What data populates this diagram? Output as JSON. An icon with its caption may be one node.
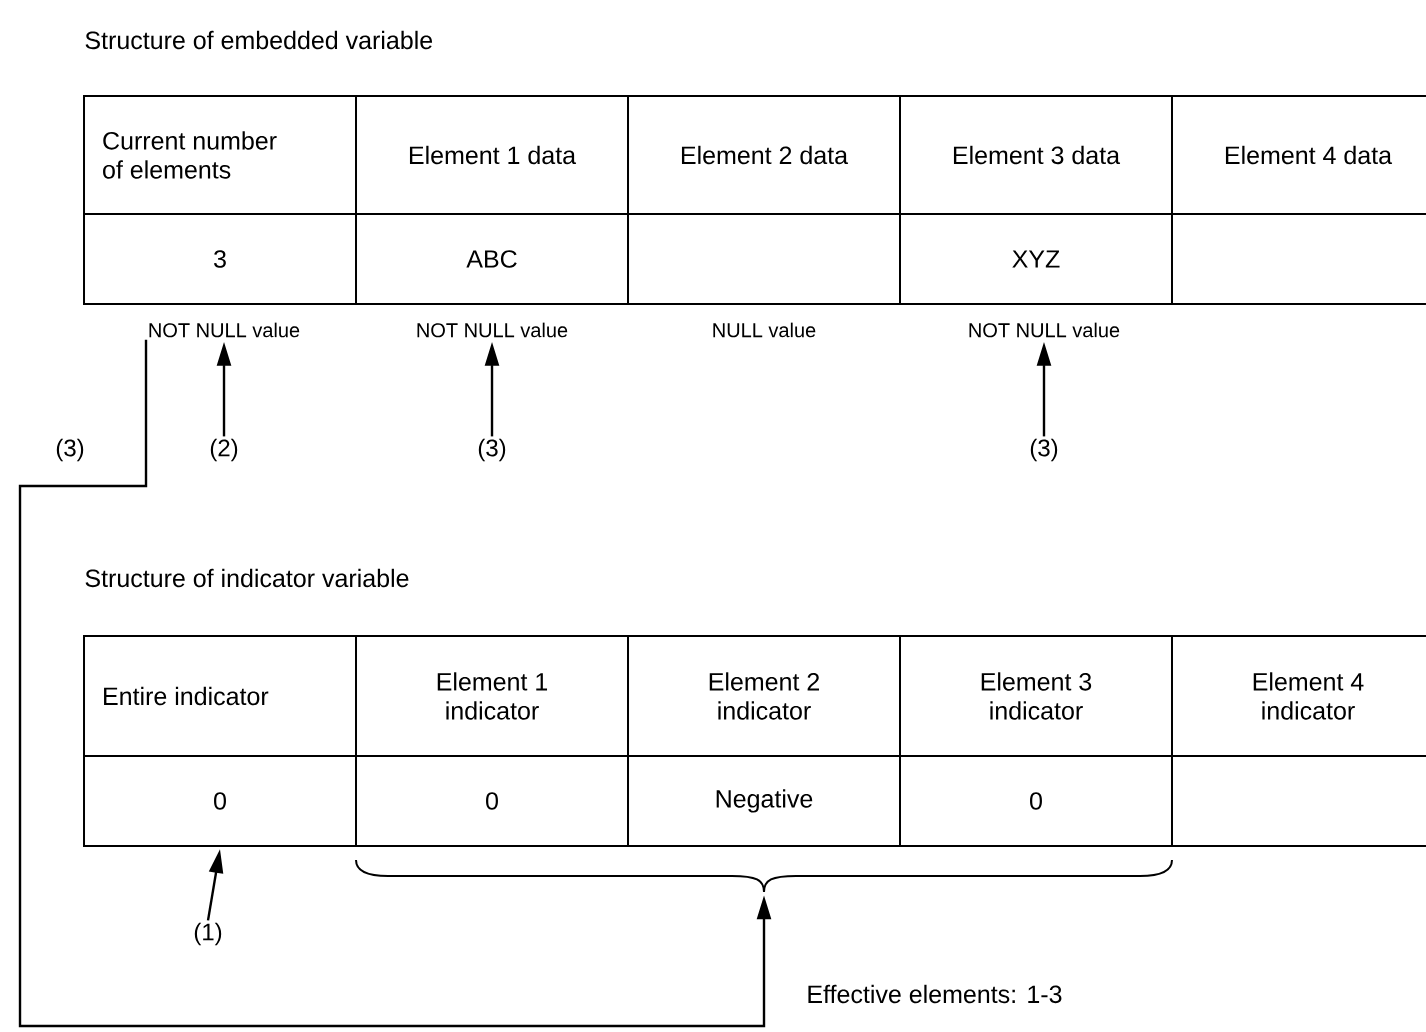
{
  "diagram": {
    "nodes": [
      {
        "text": [
          "Current number of elements"
        ]
      },
      {
        "text": [
          "Element 1 data"
        ]
      },
      {
        "text": [
          "Element 2 data"
        ]
      },
      {
        "text": [
          "Element 3 data"
        ]
      },
      {
        "text": [
          "Element 4 data"
        ]
      },
      {
        "text": [
          "3"
        ]
      },
      {
        "text": [
          "ABC"
        ]
      },
      {
        "text": [],
        "shape": "box"
      },
      {
        "text": [
          "XYZ"
        ]
      },
      {
        "text": [],
        "shape": "box"
      },
      {
        "text": [
          "NOT NULL value"
        ]
      },
      {
        "text": [
          "NOT NULL value"
        ]
      },
      {
        "text": [
          "NULL value"
        ]
      },
      {
        "text": [
          "NOT NULL value"
        ]
      },
      {
        "text": [
          "(2)"
        ]
      },
      {
        "text": [
          "(3)"
        ]
      },
      {
        "text": [
          "(3)"
        ]
      },
      {
        "text": [
          "Entire indicator"
        ]
      },
      {
        "text": [
          "Element 1 indicator"
        ]
      },
      {
        "text": [
          "Element 2 indicator"
        ]
      },
      {
        "text": [
          "Element 3 indicator"
        ]
      },
      {
        "text": [
          "Element 4 indicator"
        ]
      },
      {
        "text": [
          "0"
        ]
      },
      {
        "text": [
          "0"
        ]
      },
      {
        "text": [
          "Negative"
        ]
      },
      {
        "text": [
          "0"
        ]
      },
      {
        "text": [],
        "shape": "box"
      },
      {
        "text": [
          "(1)"
        ]
      },
      {
        "text": [],
        "shape": "brace"
      }
    ],
    "edges": [
      {
        "from": 14,
        "to": 10,
        "arrow": "to"
      },
      {
        "from": 15,
        "to": 11,
        "arrow": "to"
      },
      {
        "from": 16,
        "to": 13,
        "arrow": "to"
      },
      {
        "from": 10,
        "to": 28,
        "arrow": "to",
        "label": "(3)"
      },
      {
        "from": 27,
        "to": 22,
        "arrow": "to"
      }
    ],
    "labels": [
      "Structure of embedded variable",
      "Structure of indicator variable",
      "Effective elements: 1-3"
    ]
  }
}
